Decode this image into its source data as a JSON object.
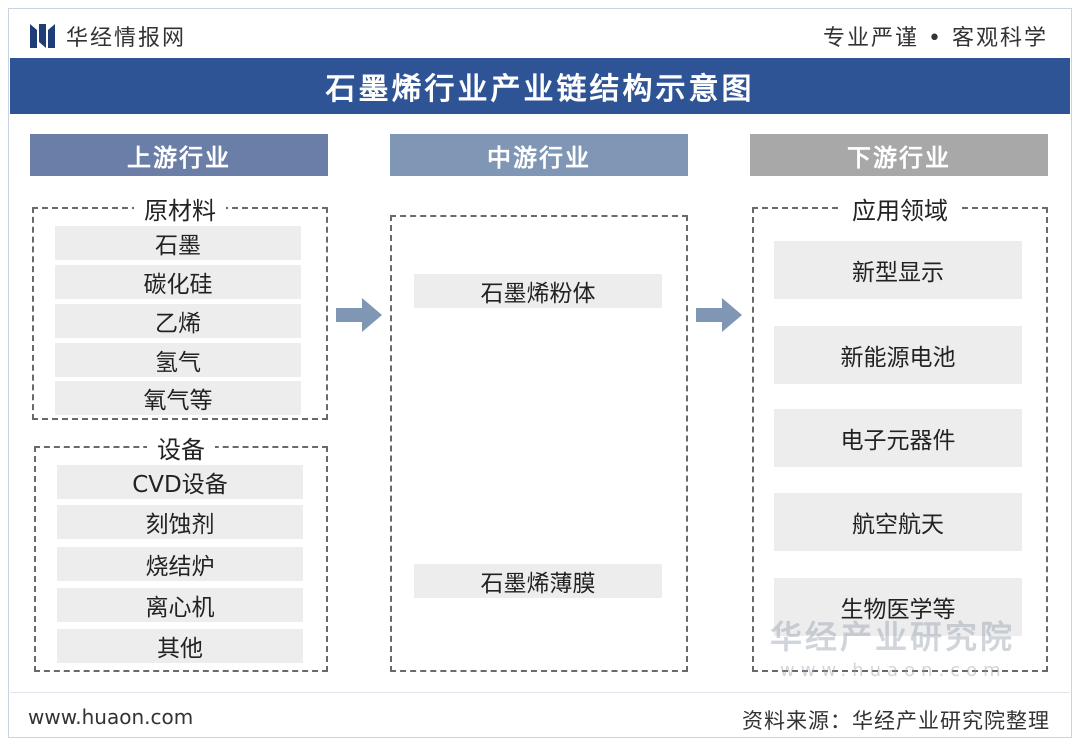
{
  "header": {
    "logo_text": "华经情报网",
    "slogan": "专业严谨 • 客观科学",
    "title": "石墨烯行业产业链结构示意图"
  },
  "columns": {
    "upstream": "上游行业",
    "midstream": "中游行业",
    "downstream": "下游行业"
  },
  "upstream": {
    "materials_title": "原材料",
    "materials": [
      "石墨",
      "碳化硅",
      "乙烯",
      "氢气",
      "氧气等"
    ],
    "equipment_title": "设备",
    "equipment": [
      "CVD设备",
      "刻蚀剂",
      "烧结炉",
      "离心机",
      "其他"
    ]
  },
  "midstream": {
    "items": [
      "石墨烯粉体",
      "石墨烯薄膜"
    ]
  },
  "downstream": {
    "title": "应用领域",
    "items": [
      "新型显示",
      "新能源电池",
      "电子元器件",
      "航空航天",
      "生物医学等"
    ]
  },
  "watermark": {
    "name": "华经产业研究院",
    "url": "www.huaon.com"
  },
  "footer": {
    "website": "www.huaon.com",
    "source": "资料来源：华经产业研究院整理"
  },
  "colors": {
    "title_bar": "#2f5496",
    "upstream_header": "#6b7ea8",
    "midstream_header": "#7f96b5",
    "downstream_header": "#a8a8a8",
    "arrow": "#7f96b5",
    "item_bg": "#ededed"
  },
  "icons": [
    "logo-icon",
    "arrow-right-icon"
  ]
}
